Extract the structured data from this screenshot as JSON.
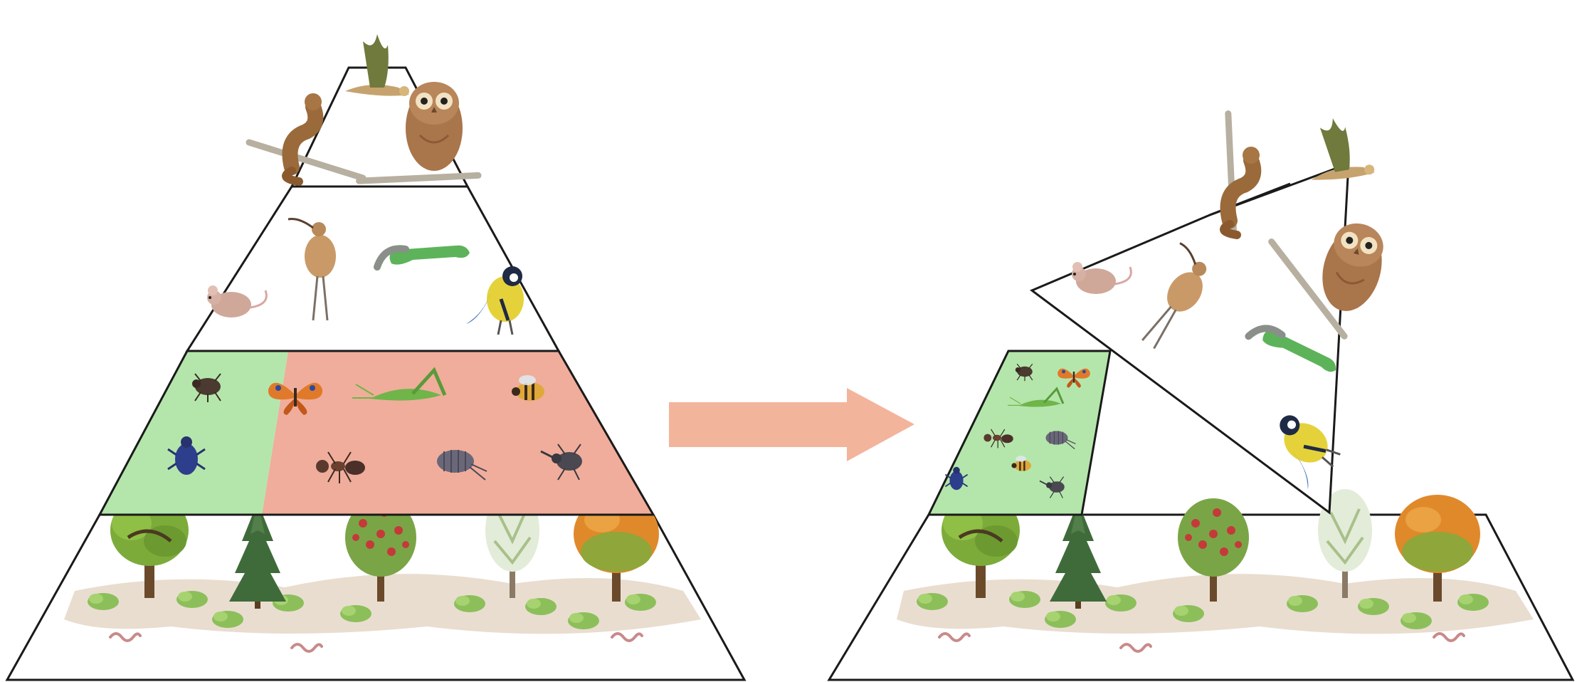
{
  "diagram": {
    "subject": "food-pyramid-collapse",
    "colors": {
      "outline": "#1a1a1a",
      "native_insects": "#b4e6ab",
      "non_native_insects": "#f0ad9b",
      "arrow": "#f3b49c",
      "ground": "#e9ddd0",
      "leaf_green": "#7cab3a",
      "conifer": "#3f6b3a",
      "autumn": "#e0892a",
      "berry": "#c43a3a"
    },
    "before": {
      "levels": [
        {
          "id": "apex-predators",
          "icons": [
            "hawk-icon",
            "marten-icon",
            "owl-icon"
          ]
        },
        {
          "id": "insectivores",
          "icons": [
            "mouse-icon",
            "curlew-icon",
            "lizard-icon",
            "tit-icon"
          ]
        },
        {
          "id": "insects",
          "icons": [
            "bee-icon",
            "butterfly-icon",
            "grasshopper-icon",
            "honeybee-icon",
            "beetle-icon",
            "ant-icon",
            "isopod-icon",
            "weevil-icon"
          ]
        },
        {
          "id": "plants",
          "icons": [
            "oak-icon",
            "conifer-icon",
            "berry-tree-icon",
            "white-tree-icon",
            "autumn-tree-icon",
            "worm-icon"
          ]
        }
      ]
    },
    "transition_icon": "right-arrow-icon",
    "after": {
      "levels": [
        {
          "id": "tilted-predator-block",
          "icons": [
            "marten-icon",
            "hawk-icon",
            "owl-icon",
            "mouse-icon",
            "curlew-icon",
            "lizard-icon",
            "tit-icon"
          ]
        },
        {
          "id": "reduced-insects",
          "icons": [
            "bee-icon",
            "butterfly-icon",
            "grasshopper-icon",
            "ant-icon",
            "isopod-icon",
            "beetle-icon"
          ]
        },
        {
          "id": "plants",
          "icons": [
            "oak-icon",
            "conifer-icon",
            "berry-tree-icon",
            "white-tree-icon",
            "autumn-tree-icon",
            "worm-icon"
          ]
        }
      ]
    }
  }
}
